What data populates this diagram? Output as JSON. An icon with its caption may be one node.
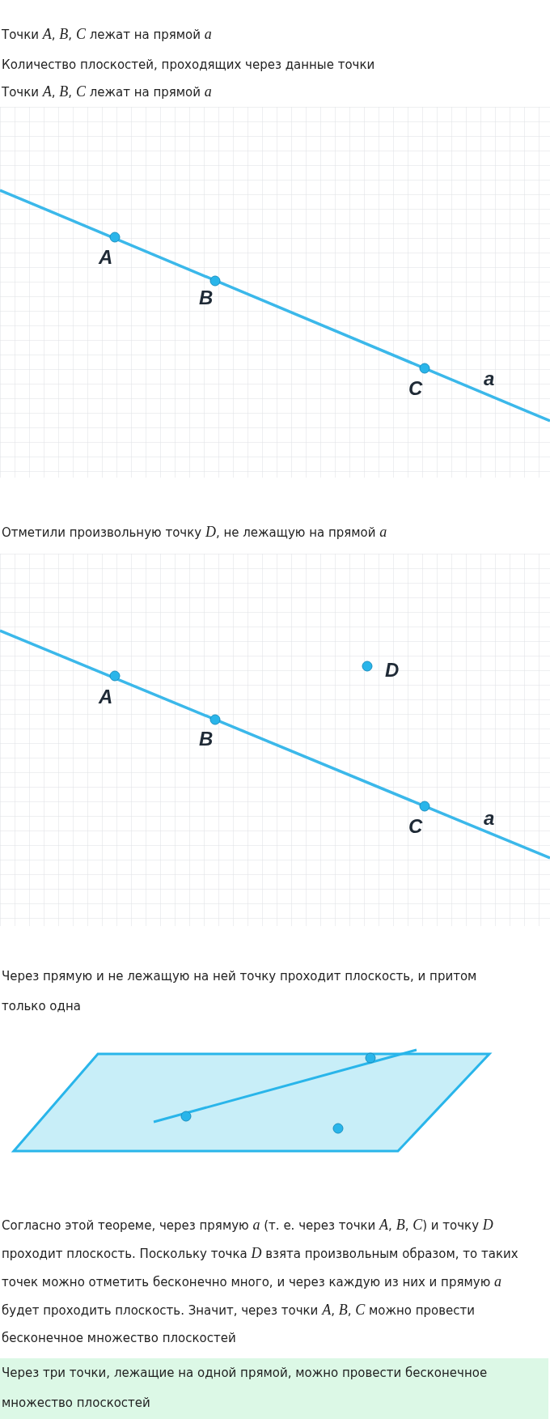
{
  "diagram": {
    "labels": [
      "Точки *A*, *B*, *C* лежат на прямой *a*",
      "Количество плоскостей, проходящих через данные точки",
      "Точки *A*, *B*, *C* лежат на прямой *a*",
      "A",
      "B",
      "C",
      "a",
      "Отметили произвольную точку *D*, не лежащую на прямой *a*",
      "D",
      "A",
      "B",
      "C",
      "a",
      "Через прямую и не лежащую на ней точку проходит плоскость, и притом только одна",
      "Согласно этой теореме, через прямую *a* (т. е. через точки *A*, *B*, *C*) и точку *D* проходит плоскость. Поскольку точка *D* взята произвольным образом, то таких точек можно отметить бесконечно много, и через каждую из них и прямую *a* будет проходить плоскость. Значит, через точки *A*, *B*, *C* можно провести бесконечное множество плоскостей",
      "Через три точки, лежащие на одной прямой, можно провести бесконечное множество плоскостей"
    ]
  }
}
